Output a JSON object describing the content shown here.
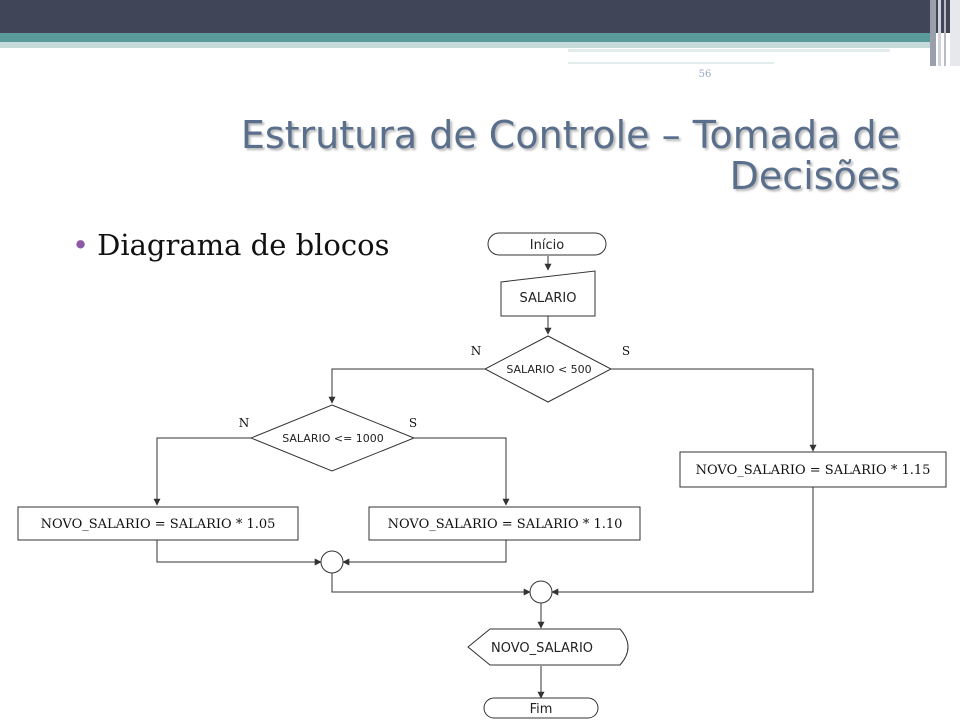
{
  "slide": {
    "number": "56",
    "title_line1": "Estrutura de Controle – Tomada de",
    "title_line2": "Decisões",
    "bullet": "Diagrama de blocos"
  },
  "flowchart": {
    "start": "Início",
    "input": "SALARIO",
    "decision1": {
      "condition": "SALARIO  <  500",
      "no": "N",
      "yes": "S"
    },
    "decision2": {
      "condition": "SALARIO  <= 1000",
      "no": "N",
      "yes": "S"
    },
    "process_105": "NOVO_SALARIO = SALARIO * 1.05",
    "process_110": "NOVO_SALARIO = SALARIO * 1.10",
    "process_115": "NOVO_SALARIO = SALARIO * 1.15",
    "output": "NOVO_SALARIO",
    "end": "Fim"
  },
  "colors": {
    "header_dark": "#404558",
    "header_teal": "#5a9a9a",
    "title": "#5a6f8c",
    "bullet": "#8e5aa8"
  }
}
